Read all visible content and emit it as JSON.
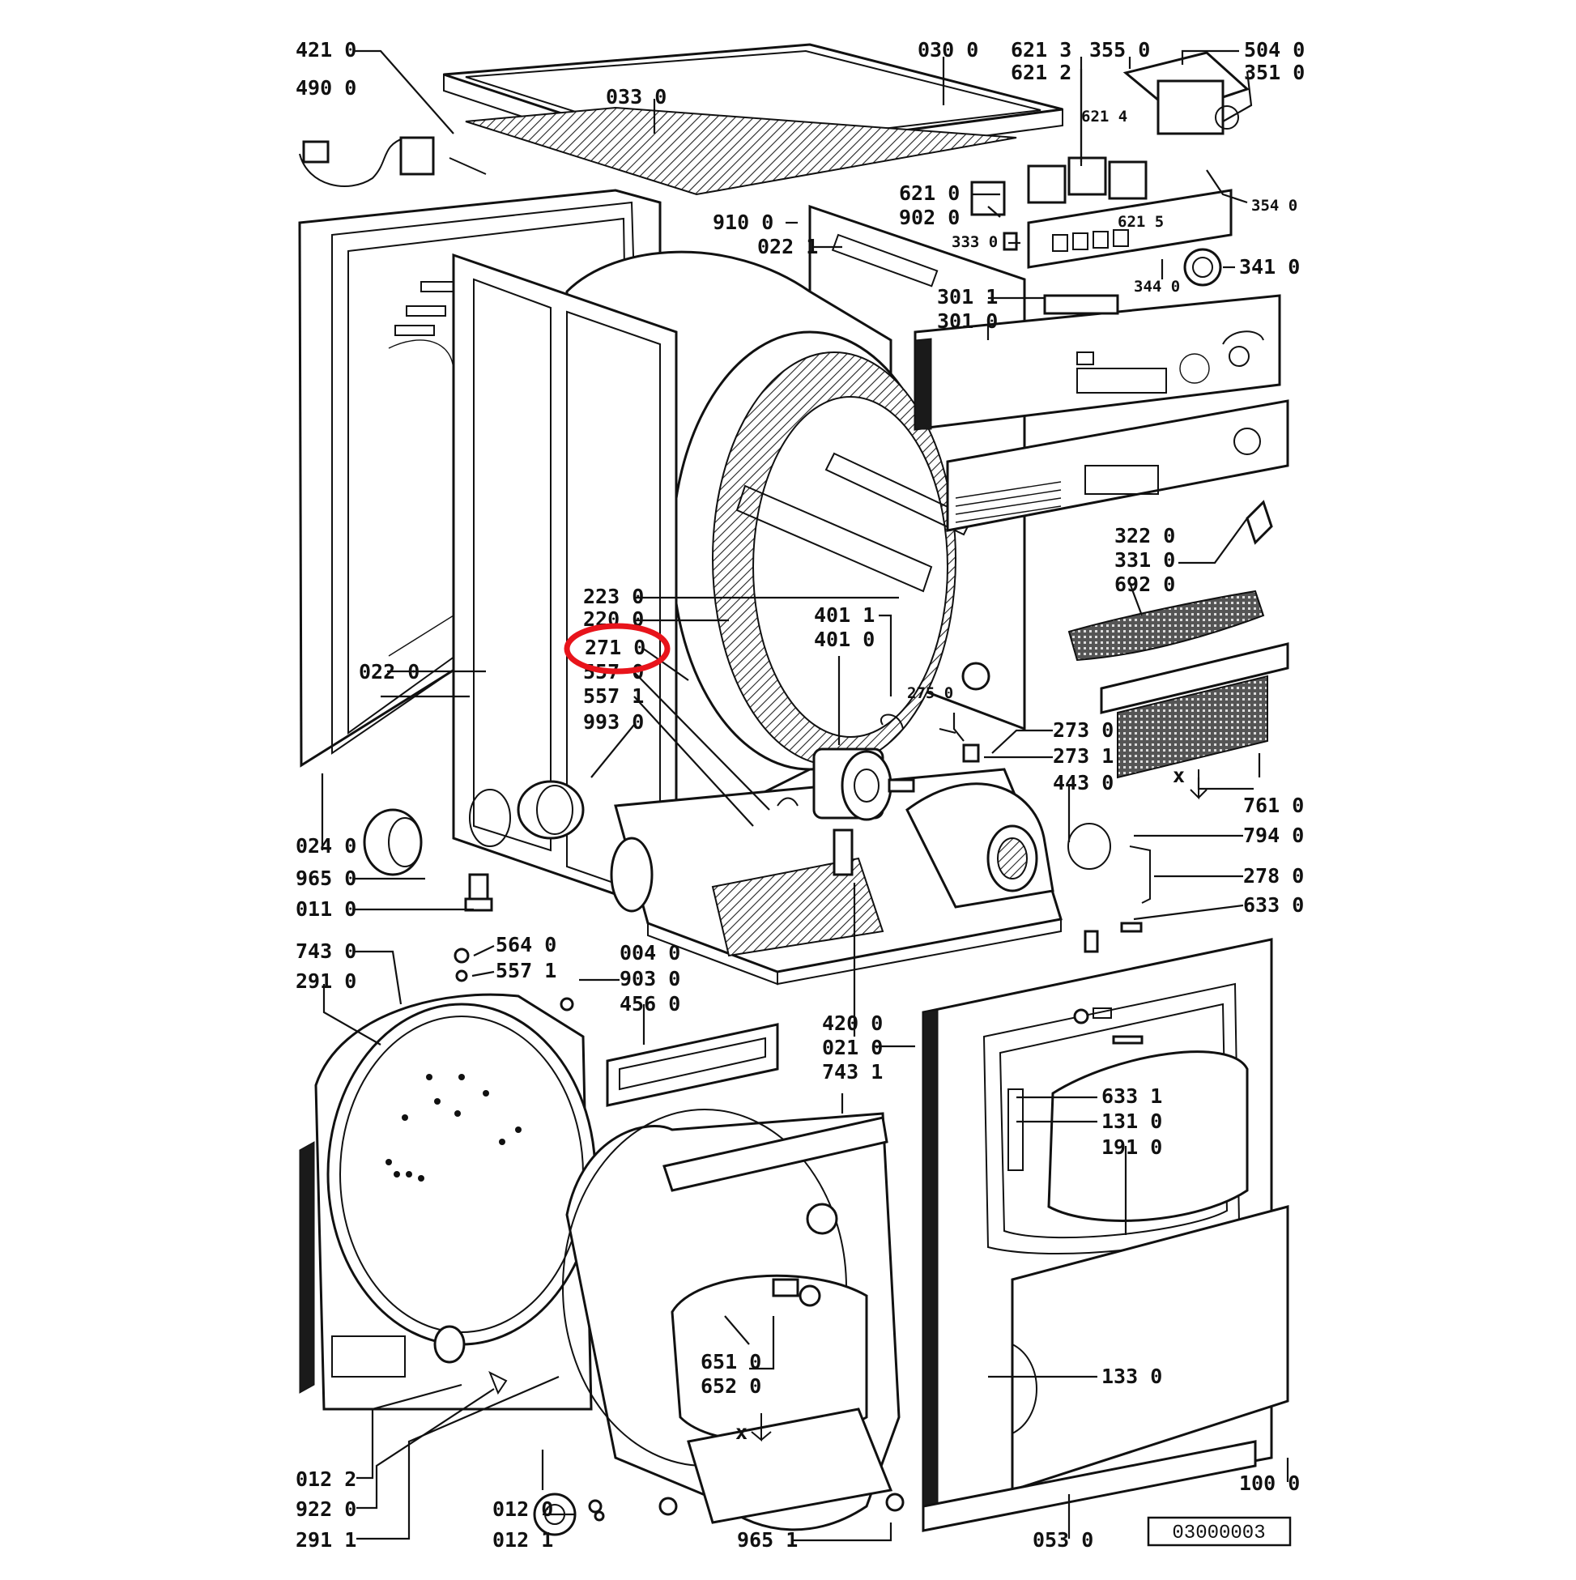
{
  "document_ref": "03000003",
  "highlight_color": "#e8141b",
  "highlighted_label": "271 0",
  "labels": {
    "l4210": "421 0",
    "l4900": "490 0",
    "l0330": "033 0",
    "l0300": "030 0",
    "l6213": "621 3",
    "l6212": "621 2",
    "l3550": "355 0",
    "l5040": "504 0",
    "l3510": "351 0",
    "l6214": "621 4",
    "l3540": "354 0",
    "l6210": "621 0",
    "l9020": "902 0",
    "l6215": "621 5",
    "l9100": "910 0",
    "l0221": "022 1",
    "l3330": "333 0",
    "l3440": "344 0",
    "l3410": "341 0",
    "l3011": "301 1",
    "l3010": "301 0",
    "l3220": "322 0",
    "l3310": "331 0",
    "l6920": "692 0",
    "l2230": "223 0",
    "l2200": "220 0",
    "l2710": "271 0",
    "l5570": "557 0",
    "l5571": "557 1",
    "l9930": "993 0",
    "l4011": "401 1",
    "l4010": "401 0",
    "l2750": "275 0",
    "l2730": "273 0",
    "l2731": "273 1",
    "l4430": "443 0",
    "l0220": "022 0",
    "l7610": "761 0",
    "l7940": "794 0",
    "l0240": "024 0",
    "l9650": "965 0",
    "l0110": "011 0",
    "l2780": "278 0",
    "l6330": "633 0",
    "l7430": "743 0",
    "l2910": "291 0",
    "l5640": "564 0",
    "l5571b": "557 1",
    "l0040": "004 0",
    "l9030": "903 0",
    "l4560": "456 0",
    "l4200": "420 0",
    "l0210": "021 0",
    "l7431": "743 1",
    "l6331": "633 1",
    "l1310": "131 0",
    "l1910": "191 0",
    "l6510": "651 0",
    "l6520": "652 0",
    "l1330": "133 0",
    "l0122": "012 2",
    "l9220": "922 0",
    "l2911": "291 1",
    "l0120": "012 0",
    "l0121": "012 1",
    "l9651": "965 1",
    "l0530": "053 0",
    "l1000": "100 0",
    "x1": "x",
    "x2": "x"
  }
}
